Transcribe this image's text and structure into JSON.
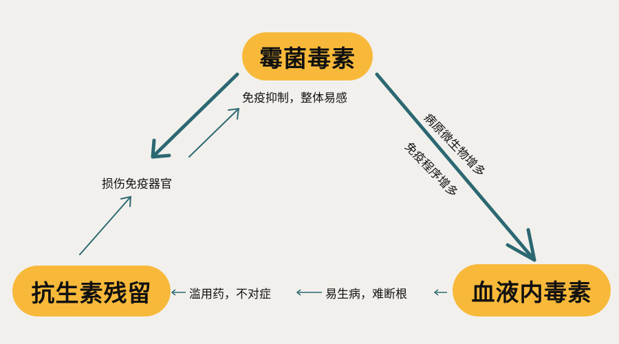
{
  "nodes": {
    "mycotoxin": "霉菌毒素",
    "antibiotic": "抗生素残留",
    "blood_toxin": "血液内毒素"
  },
  "labels": {
    "immune_suppression": "免疫抑制，整体易感",
    "organ_damage": "损伤免疫器官",
    "abuse_drugs": "滥用药，不对症",
    "easy_sick": "易生病，难断根",
    "pathogen_increase": "病原微生物增多",
    "immune_procedure_increase": "免疫程序增多"
  },
  "colors": {
    "background": "#f2f0ec",
    "node_fill": "#f8b93a",
    "arrow": "#2b6872"
  }
}
